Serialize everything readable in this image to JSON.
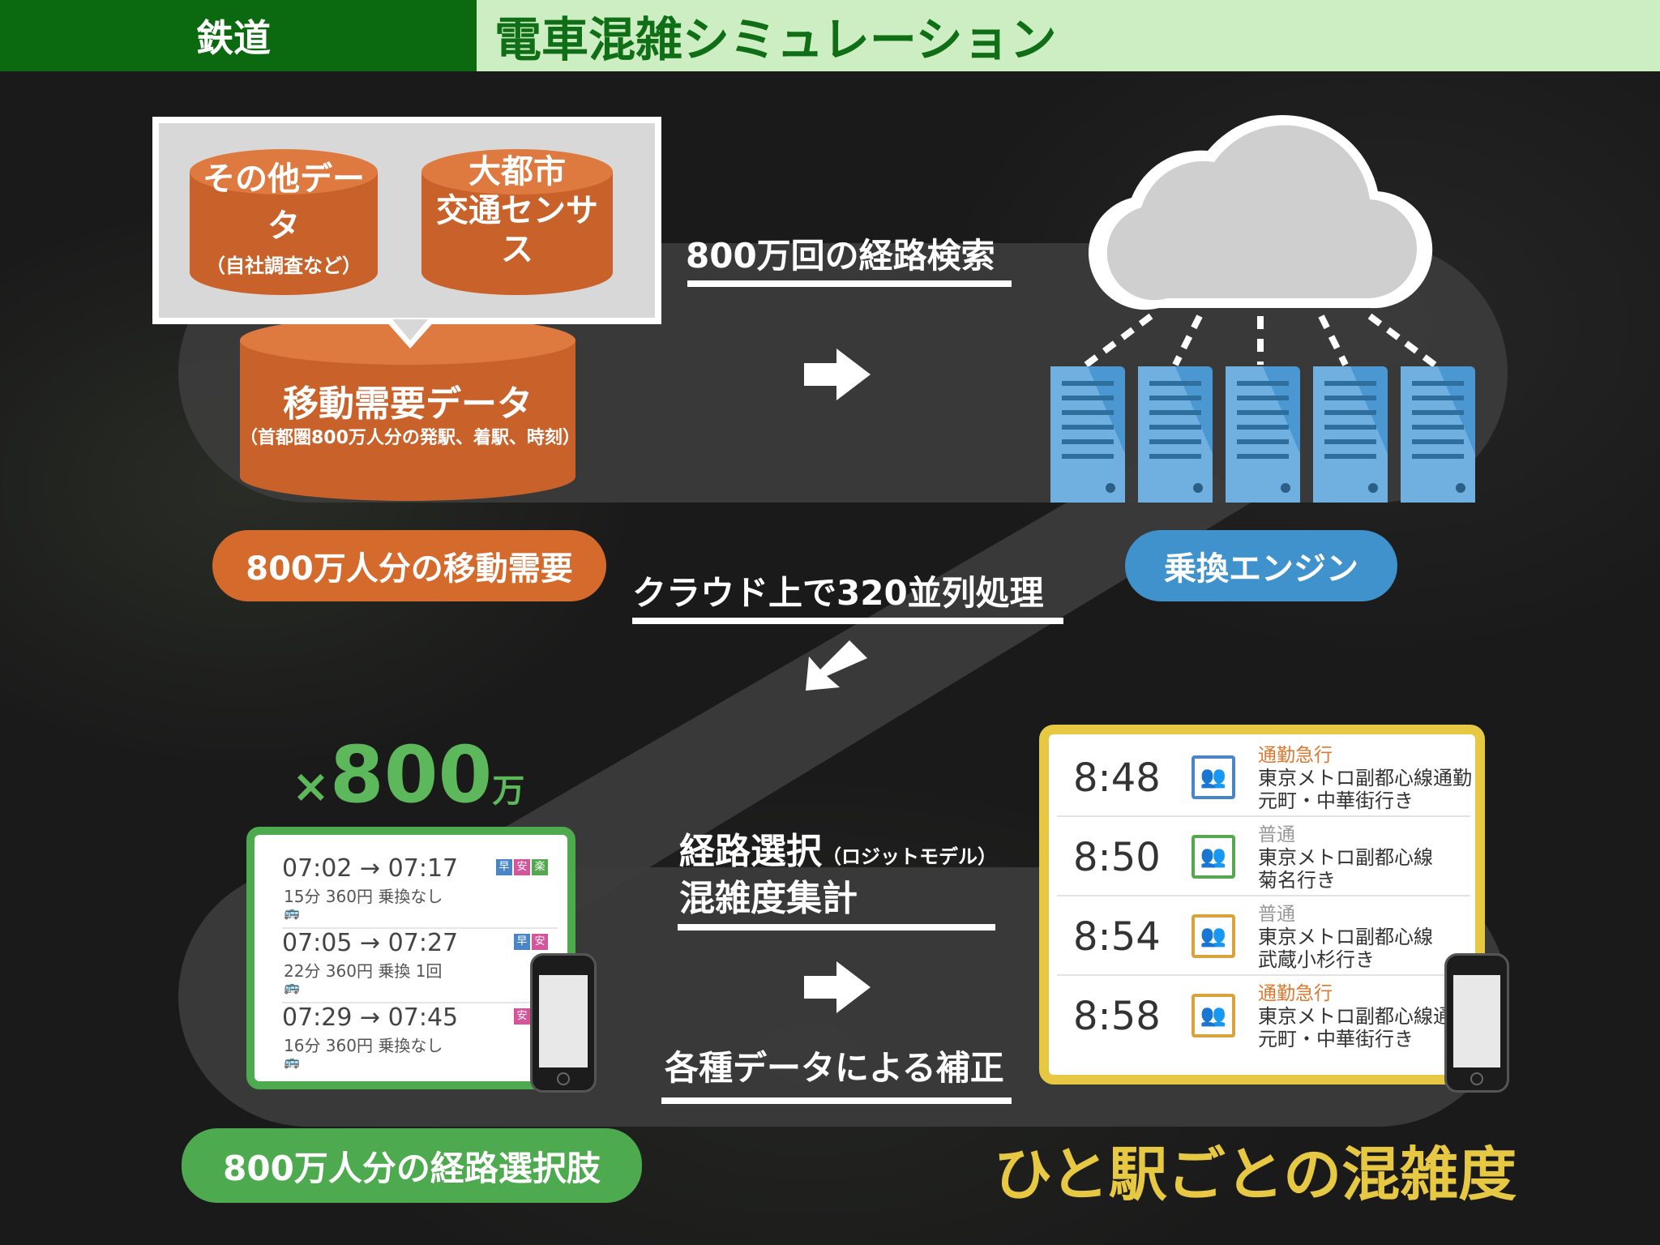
{
  "header": {
    "category": "鉄道",
    "title": "電車混雑シミュレーション"
  },
  "demand": {
    "other_data": "その他データ",
    "other_data_note": "（自社調査など）",
    "census": "大都市\n交通センサス",
    "main_title": "移動需要データ",
    "main_note": "（首都圏800万人分の発駅、着駅、時刻）",
    "pill": "800万人分の移動需要"
  },
  "search": {
    "label": "800万回の経路検索"
  },
  "engine": {
    "pill": "乗換エンジン"
  },
  "cloud_processing": {
    "label": "クラウド上で320並列処理"
  },
  "routes": {
    "multiplier_x": "×",
    "multiplier_num": "800",
    "multiplier_unit": "万",
    "pill": "800万人分の経路選択肢",
    "items": [
      {
        "time": "07:02 → 07:17",
        "detail": "15分 360円 乗換なし",
        "tags": [
          "早",
          "安",
          "楽"
        ]
      },
      {
        "time": "07:05 → 07:27",
        "detail": "22分 360円 乗換 1回",
        "tags": [
          "早",
          "安"
        ]
      },
      {
        "time": "07:29 → 07:45",
        "detail": "16分 360円 乗換なし",
        "tags": [
          "安",
          "楽"
        ]
      }
    ],
    "bus_icon": "bus-icon"
  },
  "selection": {
    "line1": "経路選択",
    "line1_note": "（ロジットモデル）",
    "line2": "混雑度集計",
    "correction": "各種データによる補正"
  },
  "board": {
    "rows": [
      {
        "time": "8:48",
        "type": "通勤急行",
        "line": "東京メトロ副都心線通勤",
        "dest": "元町・中華街行き",
        "color": "#4a86c5",
        "type_color": "#e0772f"
      },
      {
        "time": "8:50",
        "type": "普通",
        "line": "東京メトロ副都心線",
        "dest": "菊名行き",
        "color": "#55a84f",
        "type_color": "#999999"
      },
      {
        "time": "8:54",
        "type": "普通",
        "line": "東京メトロ副都心線",
        "dest": "武蔵小杉行き",
        "color": "#d9a23a",
        "type_color": "#999999"
      },
      {
        "time": "8:58",
        "type": "通勤急行",
        "line": "東京メトロ副都心線通",
        "dest": "元町・中華街行き",
        "color": "#d9a23a",
        "type_color": "#e0772f"
      }
    ]
  },
  "result": {
    "label": "ひと駅ごとの混雑度"
  },
  "colors": {
    "orange": "#d56a2d",
    "blue": "#3f92cc",
    "green": "#4daa4f",
    "gold": "#e7c842",
    "header_green": "#0b6a10"
  }
}
